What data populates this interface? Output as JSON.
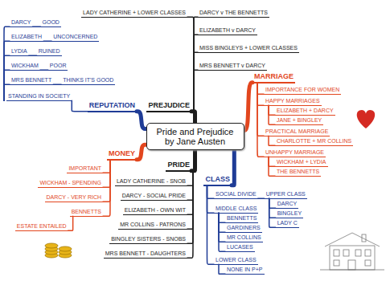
{
  "diagram": {
    "nodes": [
      {
        "text": [
          "Pride and Prejudice by Jane Austen"
        ]
      },
      {
        "text": [
          "PREJUDICE"
        ]
      },
      {
        "text": [
          "LADY CATHERINE + LOWER CLASSES"
        ]
      },
      {
        "text": [
          "DARCY v THE BENNETTS"
        ]
      },
      {
        "text": [
          "ELIZABETH v DARCY"
        ]
      },
      {
        "text": [
          "MISS BINGLEYS + LOWER CLASSES"
        ]
      },
      {
        "text": [
          "MRS BENNETT v DARCY"
        ]
      },
      {
        "text": [
          "MARRIAGE"
        ]
      },
      {
        "text": [
          "IMPORTANCE FOR WOMEN"
        ]
      },
      {
        "text": [
          "HAPPY MARRIAGES"
        ]
      },
      {
        "text": [
          "ELIZABETH + DARCY"
        ]
      },
      {
        "text": [
          "JANE + BINGLEY"
        ]
      },
      {
        "text": [
          "PRACTICAL MARRIAGE"
        ]
      },
      {
        "text": [
          "CHARLOTTE + MR COLLINS"
        ]
      },
      {
        "text": [
          "UNHAPPY MARRIAGE"
        ]
      },
      {
        "text": [
          "WICKHAM + LYDIA"
        ]
      },
      {
        "text": [
          "THE BENNETTS"
        ]
      },
      {
        "text": [
          "CLASS"
        ]
      },
      {
        "text": [
          "SOCIAL DIVIDE"
        ]
      },
      {
        "text": [
          "UPPER CLASS"
        ]
      },
      {
        "text": [
          "DARCY"
        ]
      },
      {
        "text": [
          "BINGLEY"
        ]
      },
      {
        "text": [
          "LADY C"
        ]
      },
      {
        "text": [
          "MIDDLE CLASS"
        ]
      },
      {
        "text": [
          "BENNETTS"
        ]
      },
      {
        "text": [
          "GARDINERS"
        ]
      },
      {
        "text": [
          "MR COLLINS"
        ]
      },
      {
        "text": [
          "LUCASES"
        ]
      },
      {
        "text": [
          "LOWER CLASS"
        ]
      },
      {
        "text": [
          "NONE IN P+P"
        ]
      },
      {
        "text": [
          "PRIDE"
        ]
      },
      {
        "text": [
          "LADY CATHERINE - SNOB"
        ]
      },
      {
        "text": [
          "DARCY - SOCIAL PRIDE"
        ]
      },
      {
        "text": [
          "ELIZABETH - OWN WIT"
        ]
      },
      {
        "text": [
          "MR COLLINS - PATRONS"
        ]
      },
      {
        "text": [
          "BINGLEY SISTERS - SNOBS"
        ]
      },
      {
        "text": [
          "MRS BENNETT - DAUGHTERS"
        ]
      },
      {
        "text": [
          "MONEY"
        ]
      },
      {
        "text": [
          "IMPORTANT"
        ]
      },
      {
        "text": [
          "WICKHAM - SPENDING"
        ]
      },
      {
        "text": [
          "DARCY - VERY RICH"
        ]
      },
      {
        "text": [
          "BENNETTS"
        ]
      },
      {
        "text": [
          "ESTATE ENTAILED"
        ]
      },
      {
        "text": [
          "REPUTATION"
        ]
      },
      {
        "text": [
          "STANDING IN SOCIETY"
        ]
      },
      {
        "text": [
          "DARCY"
        ]
      },
      {
        "text": [
          "GOOD"
        ]
      },
      {
        "text": [
          "ELIZABETH"
        ]
      },
      {
        "text": [
          "UNCONCERNED"
        ]
      },
      {
        "text": [
          "LYDIA"
        ]
      },
      {
        "text": [
          "RUINED"
        ]
      },
      {
        "text": [
          "WICKHAM"
        ]
      },
      {
        "text": [
          "POOR"
        ]
      },
      {
        "text": [
          "MRS BENNETT"
        ]
      },
      {
        "text": [
          "THINKS IT'S GOOD"
        ]
      }
    ],
    "edges": [
      {
        "from": 0,
        "to": 1,
        "arrow": "none"
      },
      {
        "from": 1,
        "to": 2,
        "arrow": "none"
      },
      {
        "from": 1,
        "to": 3,
        "arrow": "none"
      },
      {
        "from": 1,
        "to": 4,
        "arrow": "none"
      },
      {
        "from": 1,
        "to": 5,
        "arrow": "none"
      },
      {
        "from": 1,
        "to": 6,
        "arrow": "none"
      },
      {
        "from": 0,
        "to": 7,
        "arrow": "none"
      },
      {
        "from": 7,
        "to": 8,
        "arrow": "none"
      },
      {
        "from": 7,
        "to": 9,
        "arrow": "none"
      },
      {
        "from": 9,
        "to": 10,
        "arrow": "none"
      },
      {
        "from": 9,
        "to": 11,
        "arrow": "none"
      },
      {
        "from": 7,
        "to": 12,
        "arrow": "none"
      },
      {
        "from": 12,
        "to": 13,
        "arrow": "none"
      },
      {
        "from": 7,
        "to": 14,
        "arrow": "none"
      },
      {
        "from": 14,
        "to": 15,
        "arrow": "none"
      },
      {
        "from": 14,
        "to": 16,
        "arrow": "none"
      },
      {
        "from": 0,
        "to": 17,
        "arrow": "none"
      },
      {
        "from": 17,
        "to": 18,
        "arrow": "none"
      },
      {
        "from": 18,
        "to": 19,
        "arrow": "none"
      },
      {
        "from": 19,
        "to": 20,
        "arrow": "none"
      },
      {
        "from": 19,
        "to": 21,
        "arrow": "none"
      },
      {
        "from": 19,
        "to": 22,
        "arrow": "none"
      },
      {
        "from": 17,
        "to": 23,
        "arrow": "none"
      },
      {
        "from": 23,
        "to": 24,
        "arrow": "none"
      },
      {
        "from": 23,
        "to": 25,
        "arrow": "none"
      },
      {
        "from": 23,
        "to": 26,
        "arrow": "none"
      },
      {
        "from": 23,
        "to": 27,
        "arrow": "none"
      },
      {
        "from": 17,
        "to": 28,
        "arrow": "none"
      },
      {
        "from": 28,
        "to": 29,
        "arrow": "none"
      },
      {
        "from": 0,
        "to": 30,
        "arrow": "none"
      },
      {
        "from": 30,
        "to": 31,
        "arrow": "none"
      },
      {
        "from": 30,
        "to": 32,
        "arrow": "none"
      },
      {
        "from": 30,
        "to": 33,
        "arrow": "none"
      },
      {
        "from": 30,
        "to": 34,
        "arrow": "none"
      },
      {
        "from": 30,
        "to": 35,
        "arrow": "none"
      },
      {
        "from": 30,
        "to": 36,
        "arrow": "none"
      },
      {
        "from": 0,
        "to": 37,
        "arrow": "none"
      },
      {
        "from": 37,
        "to": 38,
        "arrow": "none"
      },
      {
        "from": 37,
        "to": 39,
        "arrow": "none"
      },
      {
        "from": 37,
        "to": 40,
        "arrow": "none"
      },
      {
        "from": 37,
        "to": 41,
        "arrow": "none"
      },
      {
        "from": 41,
        "to": 42,
        "arrow": "none"
      },
      {
        "from": 0,
        "to": 43,
        "arrow": "none"
      },
      {
        "from": 43,
        "to": 44,
        "arrow": "none"
      },
      {
        "from": 44,
        "to": 45,
        "arrow": "none"
      },
      {
        "from": 45,
        "to": 46,
        "arrow": "none"
      },
      {
        "from": 44,
        "to": 47,
        "arrow": "none"
      },
      {
        "from": 47,
        "to": 48,
        "arrow": "none"
      },
      {
        "from": 44,
        "to": 49,
        "arrow": "none"
      },
      {
        "from": 49,
        "to": 50,
        "arrow": "none"
      },
      {
        "from": 44,
        "to": 51,
        "arrow": "none"
      },
      {
        "from": 51,
        "to": 52,
        "arrow": "none"
      },
      {
        "from": 44,
        "to": 53,
        "arrow": "none"
      },
      {
        "from": 53,
        "to": 54,
        "arrow": "none"
      }
    ]
  }
}
